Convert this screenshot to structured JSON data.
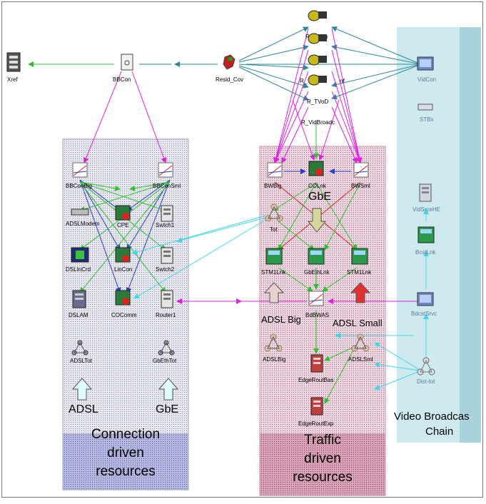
{
  "colors": {
    "conn_bg": "#d6d6e6",
    "conn_label_bg": "#9aa0cf",
    "traffic_bg": "#e4c4d2",
    "traffic_label_bg": "#c98aa3",
    "video_bg": "#bfe3e8",
    "video_strip": "#a9d3dc",
    "magenta": "#e020e0",
    "teal": "#2a8a9a",
    "green": "#30c030",
    "blue": "#2b3bd0",
    "red": "#e02020",
    "cyan": "#40d8e8"
  },
  "top_nodes": {
    "xref": "Xref",
    "bbcon": "BBCon",
    "resid_cov": "Resid_Cov",
    "r_ipbrw": "R_IPBrw",
    "r_inf": "R_",
    "r_inf_suffix": "nf",
    "r_tvod": "R_TVoD",
    "r_vidbroadc": "R_VidBroadc"
  },
  "connection": {
    "nodes": {
      "bbconbig": "BBConBig",
      "bbconsml": "BBConSml",
      "adslmodem": "ADSLModem",
      "cpe": "CPE",
      "swtch1": "Swtch1",
      "dslincrd": "DSLInCrd",
      "lincon": "LinCon",
      "swtch2": "Swtch2",
      "dslam": "DSLAM",
      "cocom": "COComm",
      "router1": "Router1",
      "adsltot": "ADSLTot",
      "gbethtot": "GbEthTot"
    },
    "arrow_adsl": "ADSL",
    "arrow_gbe": "GbE",
    "title_line1": "Connection",
    "title_line2": "driven",
    "title_line3": "resources"
  },
  "traffic": {
    "nodes": {
      "bwbig": "BWBig",
      "colnk": "COLnk",
      "bwsml": "BWSml",
      "tot": "Tot",
      "stm1lnk_l": "STM1Lnk",
      "gbethlnk": "GbEthLnk",
      "stm1lnk_r": "STM1Lnk",
      "bdbwas": "BdBWAS",
      "adslbig": "ADSLBig",
      "adslsml": "ADSLSml",
      "edgeroutbas": "EdgeRoutBas",
      "edgeroutexp": "EdgeRoutExp"
    },
    "gbe_label": "GbE",
    "adsl_big_label": "ADSL Big",
    "adsl_small_label": "ADSL Small",
    "title_line1": "Traffic",
    "title_line2": "driven",
    "title_line3": "resources"
  },
  "video": {
    "nodes": {
      "vidcon": "VidCon",
      "stbx": "STBx",
      "vidsrcehe": "VidSrceHE",
      "bcstlnk": "BcstLnk",
      "bdcstsrvc": "BdcstSrvc",
      "dist": "Dist-tot"
    },
    "title_line1": "Video Broadcas",
    "title_line2": "Chain"
  }
}
